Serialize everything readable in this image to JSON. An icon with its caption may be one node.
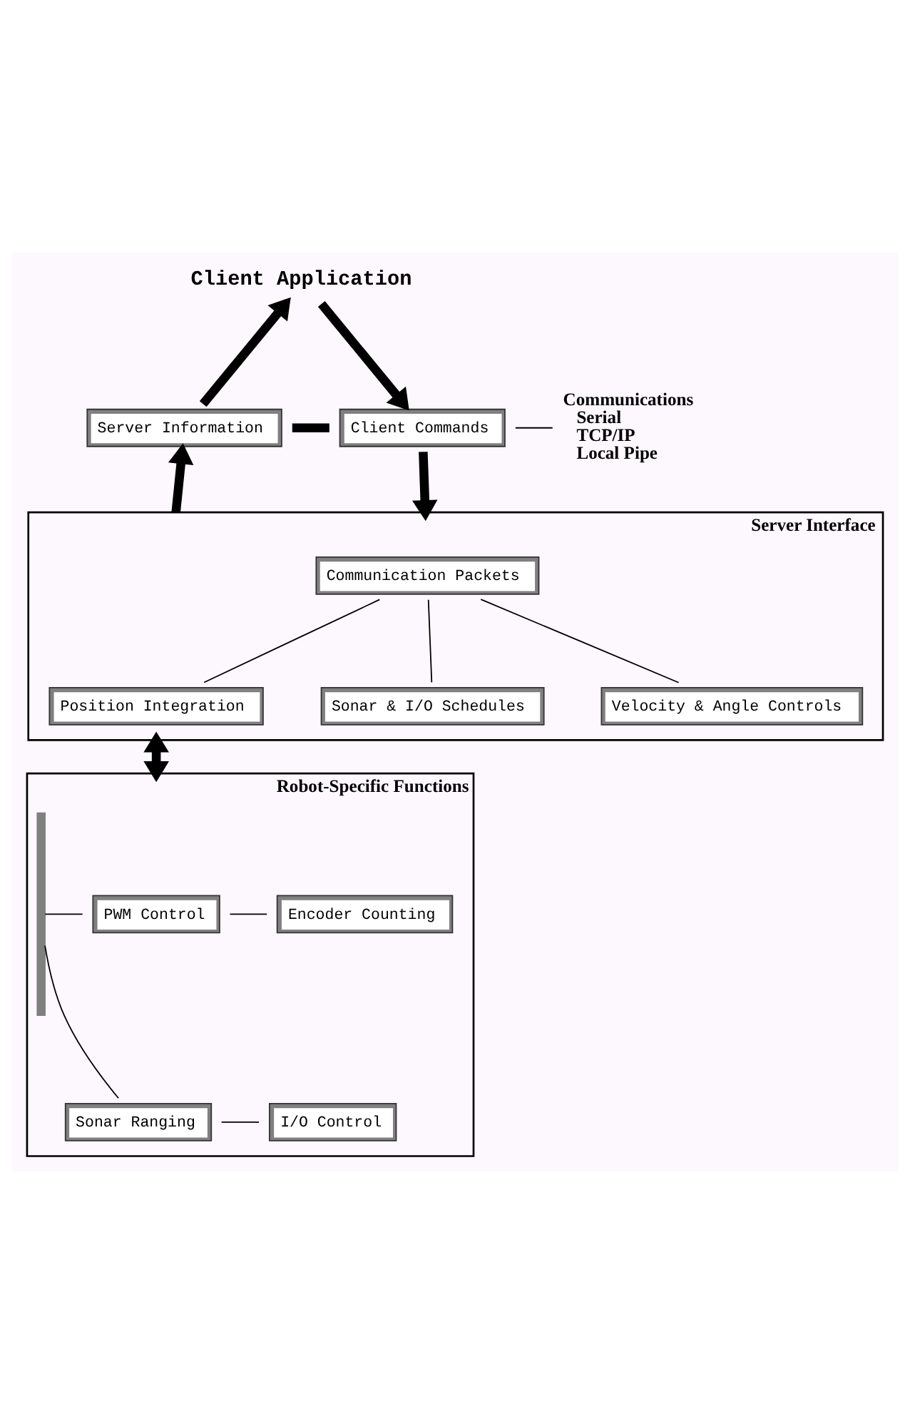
{
  "diagram": {
    "nodes": [
      {
        "text": [
          "Client Application"
        ]
      },
      {
        "text": [
          "Server Information"
        ]
      },
      {
        "text": [
          "Client Commands"
        ]
      },
      {
        "text": [
          "Communications",
          "Serial",
          "TCP/IP",
          "Local Pipe"
        ]
      },
      {
        "text": [
          "Server Interface"
        ]
      },
      {
        "text": [
          "Communication Packets"
        ],
        "in": 4
      },
      {
        "text": [
          "Velocity & Angle Controls"
        ],
        "in": 4
      },
      {
        "text": [
          "Position Integration"
        ],
        "in": 4
      },
      {
        "text": [
          "Sonar & I/O Schedules"
        ],
        "in": 4
      },
      {
        "text": [
          "Robot-Specific Functions"
        ]
      },
      {
        "text": [],
        "shape": "bar",
        "in": 9
      },
      {
        "text": [
          "PWM Control"
        ],
        "in": 9
      },
      {
        "text": [
          "Encoder Counting"
        ],
        "in": 9
      },
      {
        "text": [
          "Sonar Ranging"
        ],
        "in": 9
      },
      {
        "text": [
          "I/O Control"
        ],
        "in": 9
      }
    ],
    "edges": [
      {
        "from": 1,
        "to": 0,
        "arrow": "to",
        "style": "thick"
      },
      {
        "from": 0,
        "to": 2,
        "arrow": "to",
        "style": "thick"
      },
      {
        "from": 1,
        "to": 2,
        "arrow": "none",
        "style": "thick"
      },
      {
        "from": 2,
        "to": 3,
        "arrow": "none"
      },
      {
        "from": 4,
        "to": 1,
        "arrow": "to",
        "style": "thick"
      },
      {
        "from": 2,
        "to": 4,
        "arrow": "to",
        "style": "thick"
      },
      {
        "from": 5,
        "to": 6,
        "arrow": "none"
      },
      {
        "from": 5,
        "to": 7,
        "arrow": "none"
      },
      {
        "from": 5,
        "to": 8,
        "arrow": "none"
      },
      {
        "from": 4,
        "to": 9,
        "arrow": "both",
        "style": "thick"
      },
      {
        "from": 10,
        "to": 11,
        "arrow": "none"
      },
      {
        "from": 11,
        "to": 12,
        "arrow": "none"
      },
      {
        "from": 10,
        "to": 13,
        "arrow": "none"
      },
      {
        "from": 13,
        "to": 14,
        "arrow": "none"
      }
    ]
  }
}
